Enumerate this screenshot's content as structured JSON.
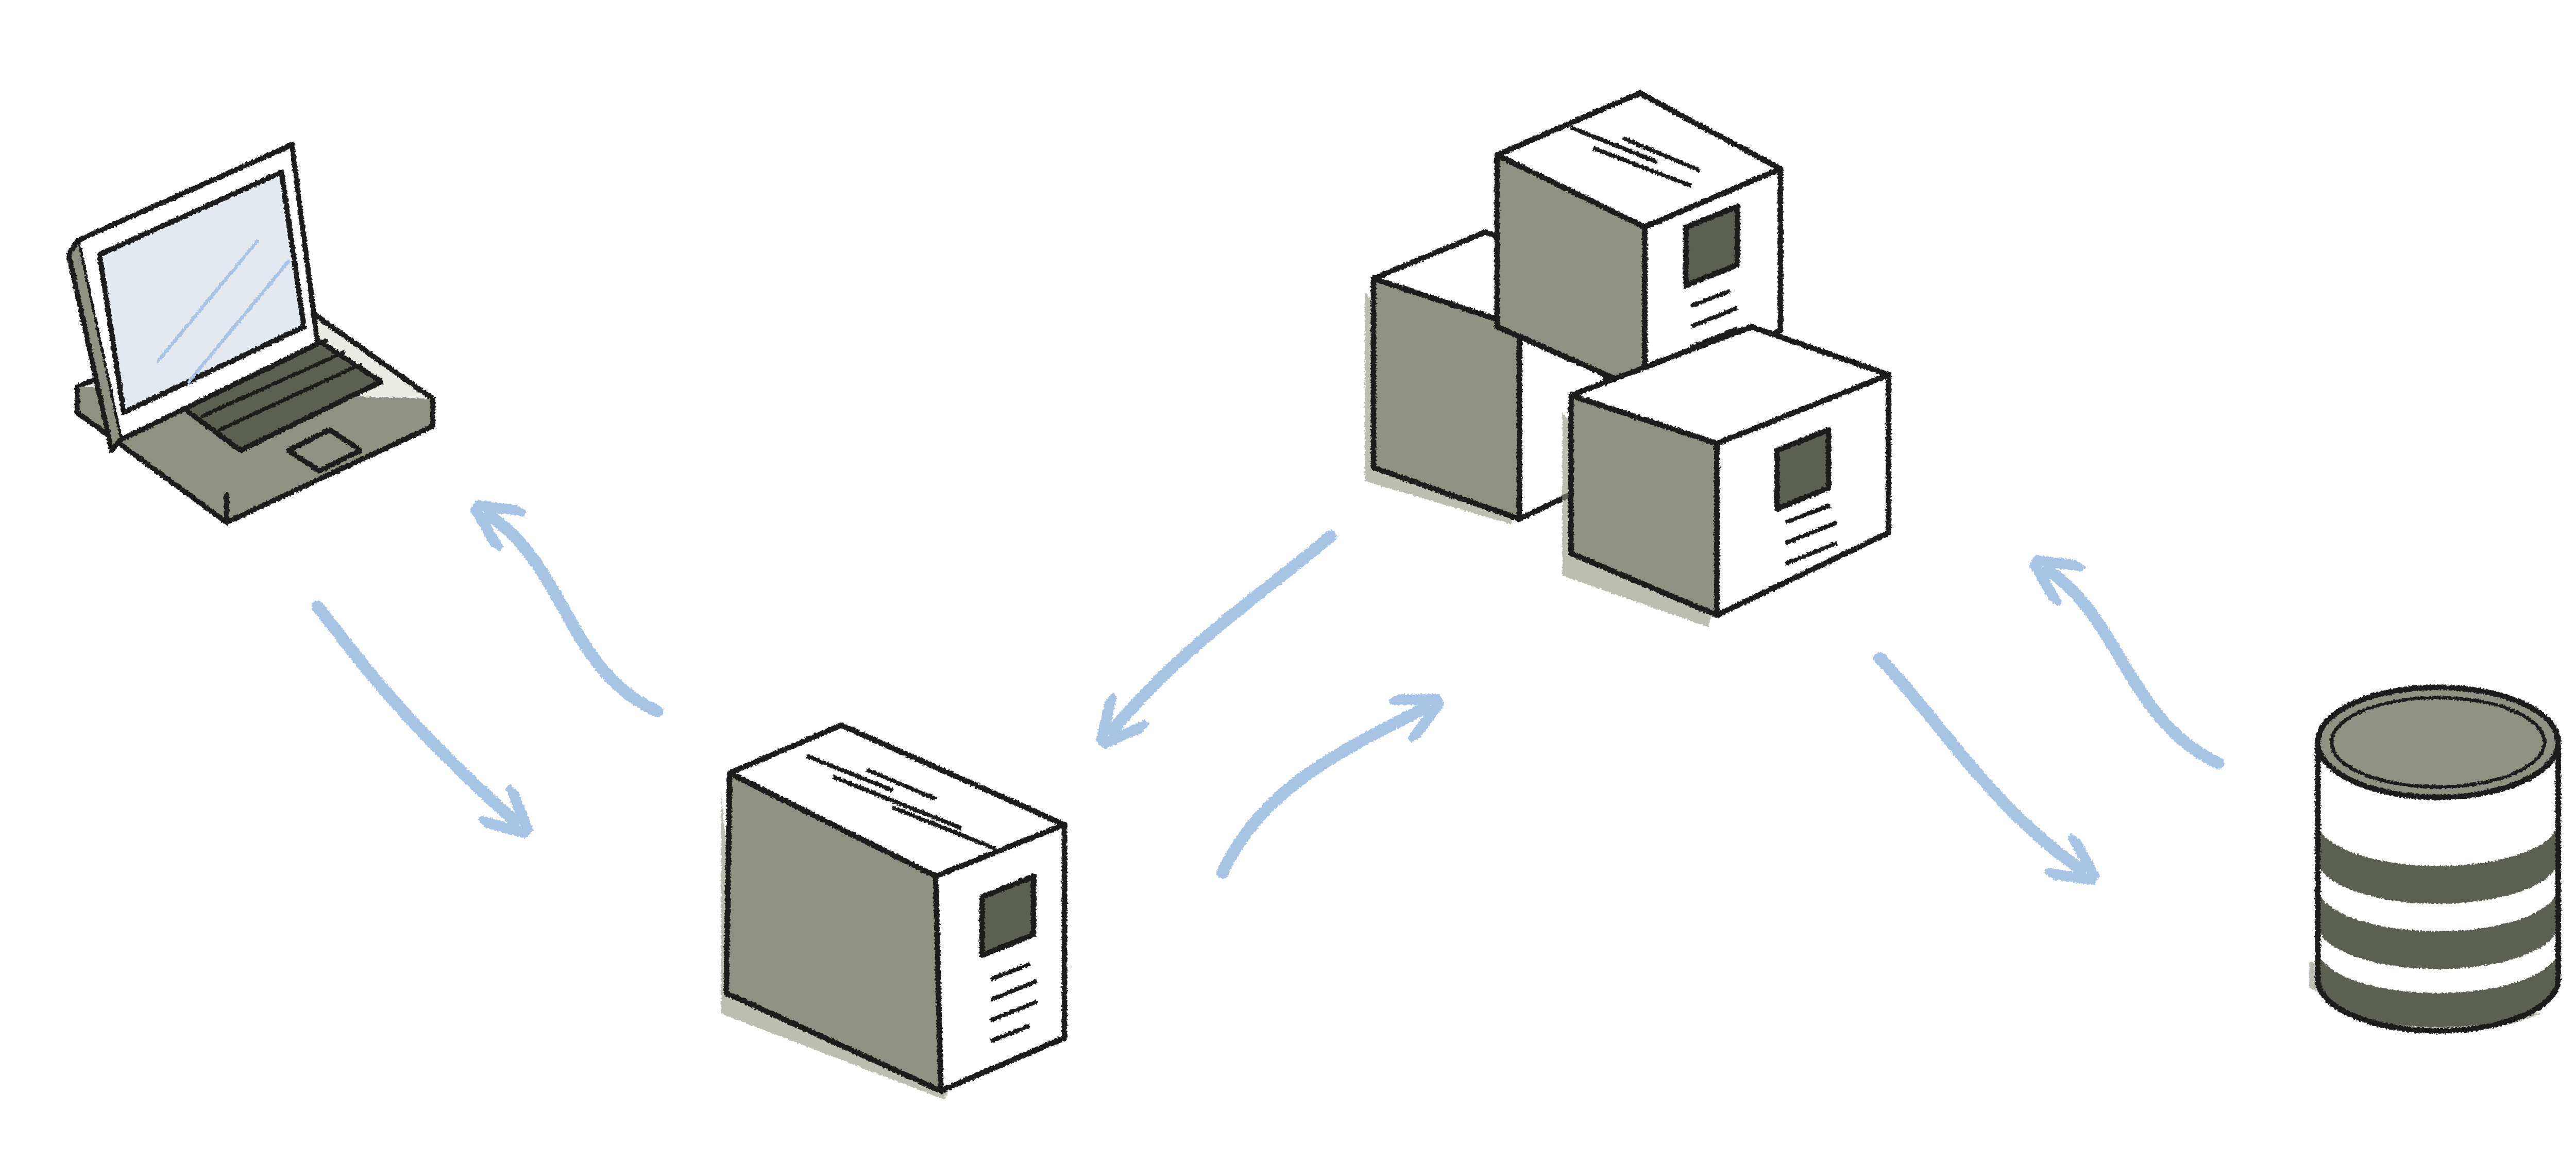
{
  "diagram": {
    "nodes": [
      {
        "id": "client",
        "icon": "laptop-icon"
      },
      {
        "id": "web-server",
        "icon": "server-icon"
      },
      {
        "id": "server-cluster",
        "icon": "server-cluster-icon"
      },
      {
        "id": "database",
        "icon": "database-icon"
      }
    ],
    "edges": [
      {
        "from": "client",
        "to": "web-server",
        "direction": "request"
      },
      {
        "from": "web-server",
        "to": "client",
        "direction": "response"
      },
      {
        "from": "web-server",
        "to": "server-cluster",
        "direction": "request"
      },
      {
        "from": "server-cluster",
        "to": "web-server",
        "direction": "response"
      },
      {
        "from": "server-cluster",
        "to": "database",
        "direction": "request"
      },
      {
        "from": "database",
        "to": "server-cluster",
        "direction": "response"
      }
    ]
  },
  "colors": {
    "ink": "#1f1f1f",
    "fill": "#8f9282",
    "fill_dark": "#5c5f52",
    "face": "#ffffff",
    "screen": "#e3e9ee",
    "arrow": "#a8c4e4"
  }
}
